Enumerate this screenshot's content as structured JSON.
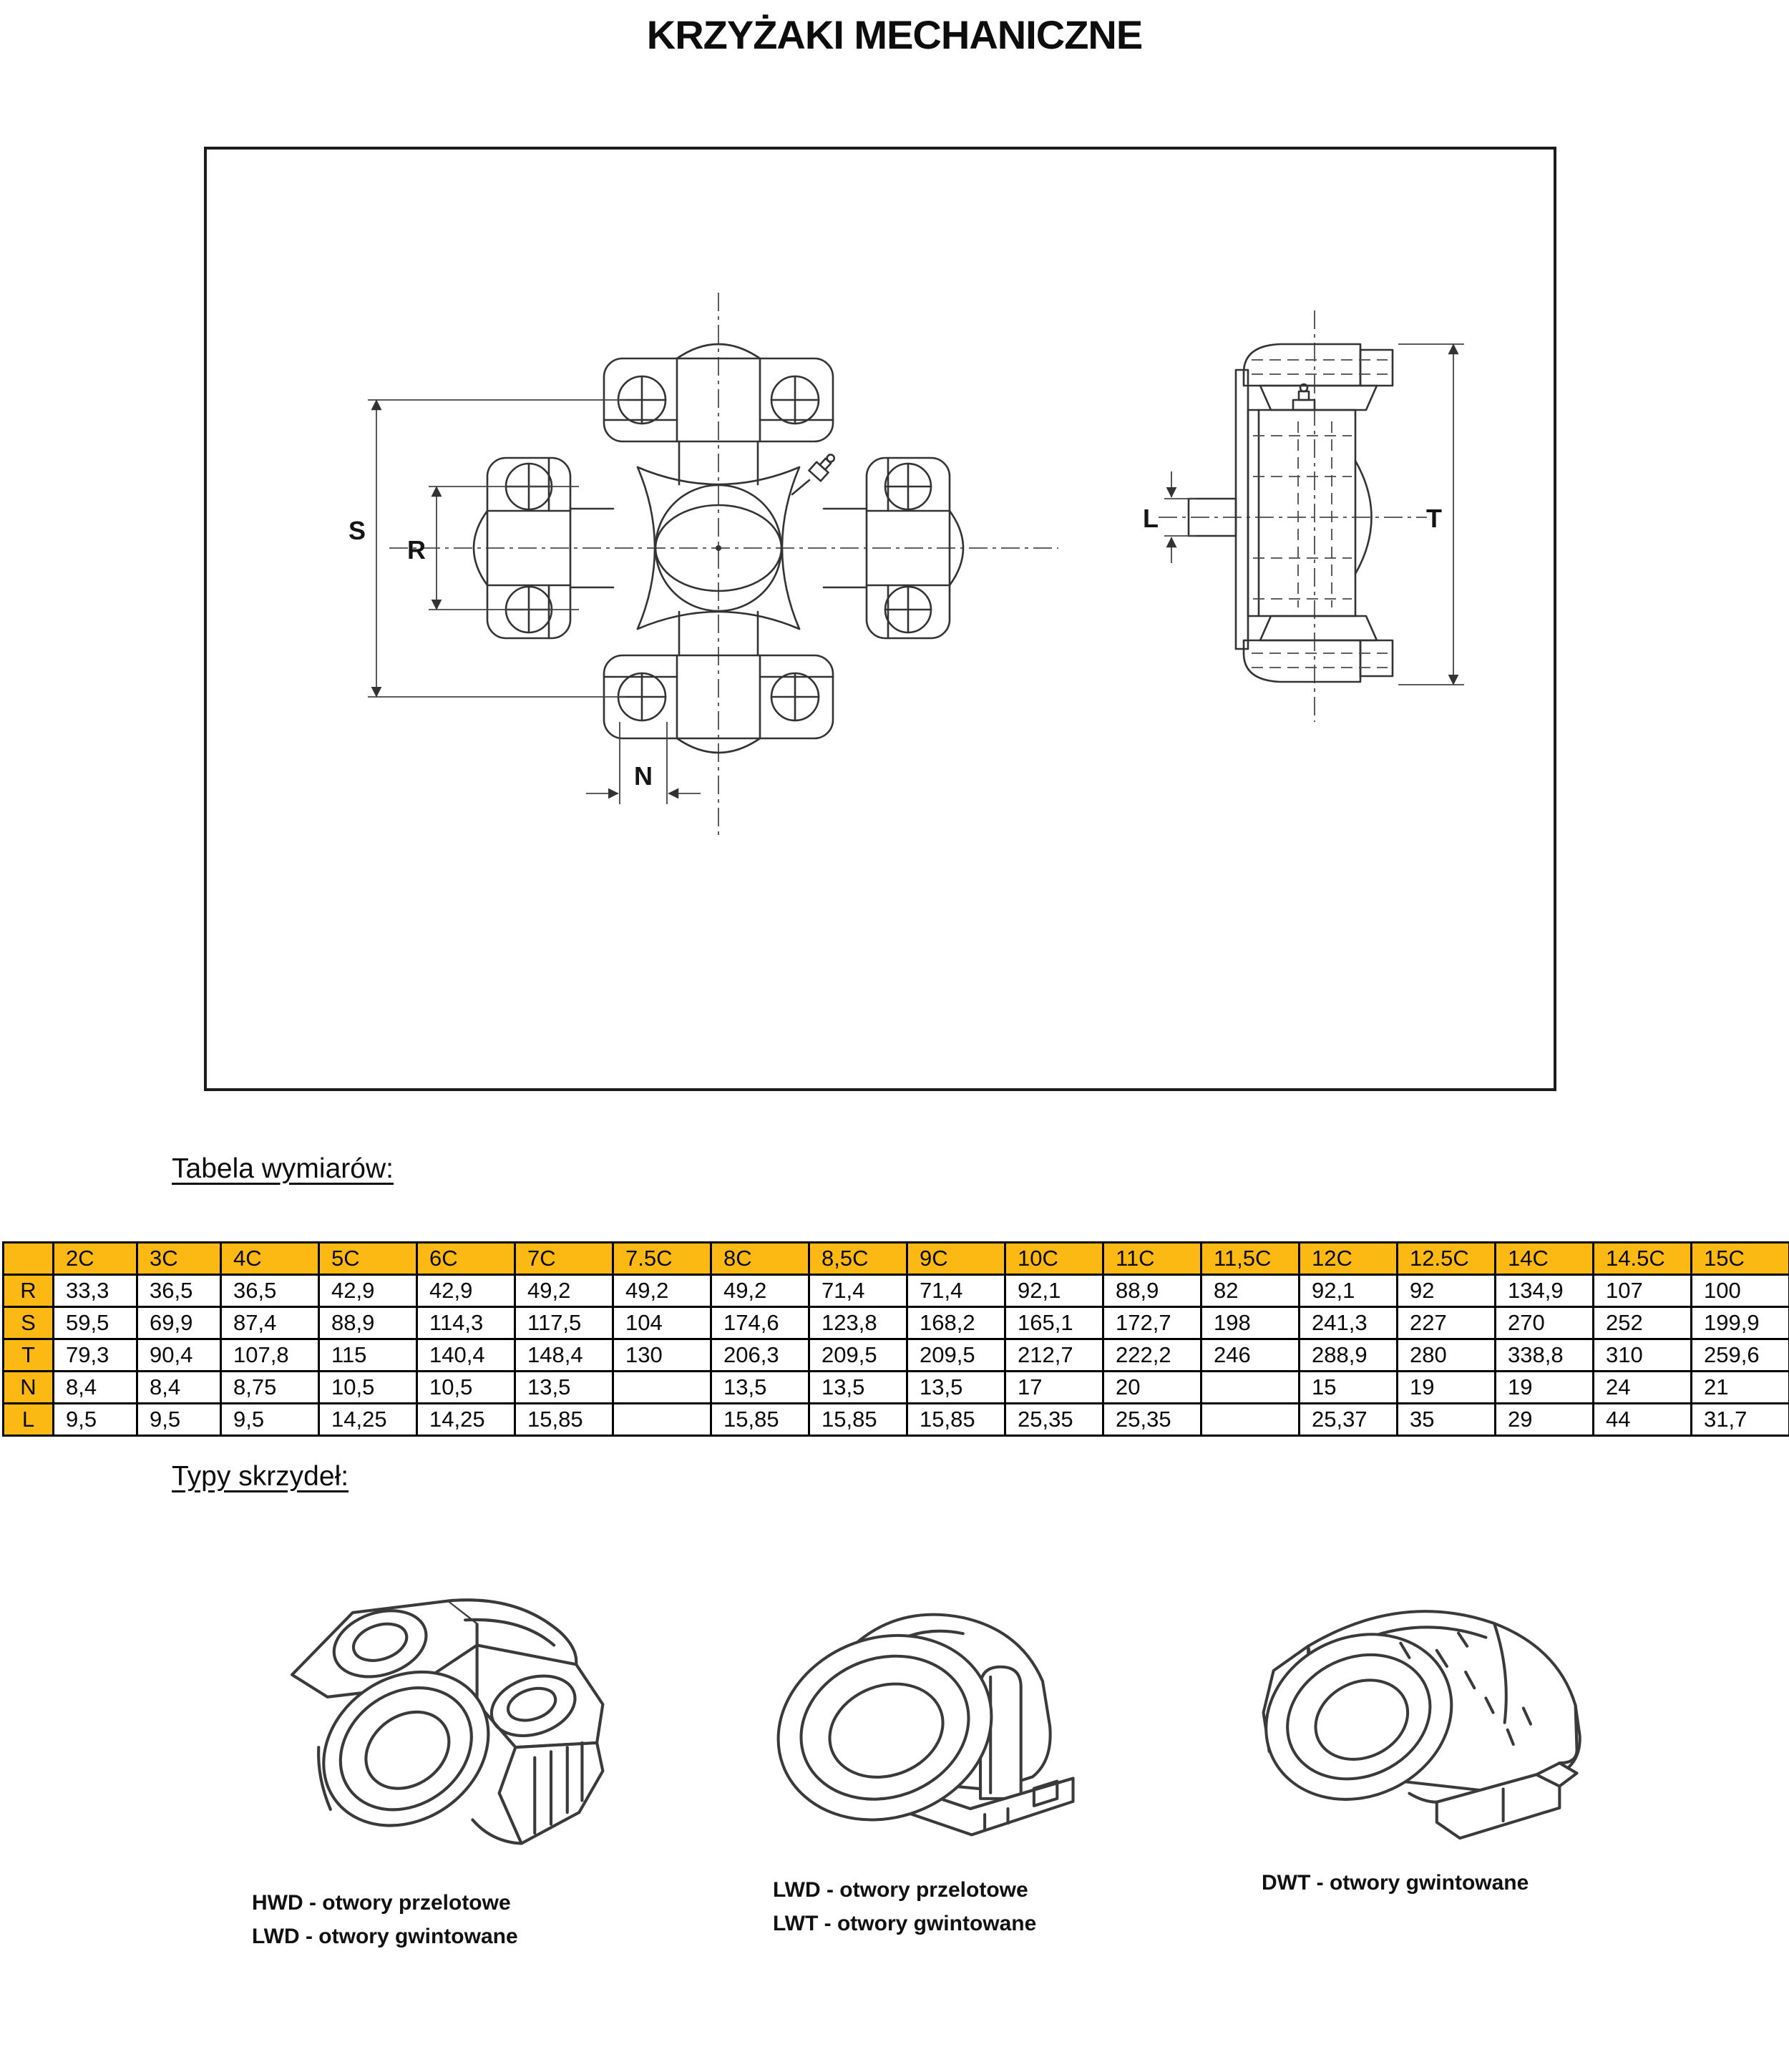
{
  "page_title": "KRZYŻAKI MECHANICZNE",
  "colors": {
    "table_header": "#FCB813",
    "line_art": "#333333",
    "text": "#000000"
  },
  "diagram": {
    "dimension_labels": {
      "s": "S",
      "r": "R",
      "n": "N",
      "l": "L",
      "t": "T"
    }
  },
  "dimensions_section": {
    "heading": "Tabela wymiarów:"
  },
  "table": {
    "columns": [
      "",
      "2C",
      "3C",
      "4C",
      "5C",
      "6C",
      "7C",
      "7.5C",
      "8C",
      "8,5C",
      "9C",
      "10C",
      "11C",
      "11,5C",
      "12C",
      "12.5C",
      "14C",
      "14.5C",
      "15C"
    ],
    "rows": [
      {
        "label": "R",
        "values": [
          "33,3",
          "36,5",
          "36,5",
          "42,9",
          "42,9",
          "49,2",
          "49,2",
          "49,2",
          "71,4",
          "71,4",
          "92,1",
          "88,9",
          "82",
          "92,1",
          "92",
          "134,9",
          "107",
          "100"
        ]
      },
      {
        "label": "S",
        "values": [
          "59,5",
          "69,9",
          "87,4",
          "88,9",
          "114,3",
          "117,5",
          "104",
          "174,6",
          "123,8",
          "168,2",
          "165,1",
          "172,7",
          "198",
          "241,3",
          "227",
          "270",
          "252",
          "199,9"
        ]
      },
      {
        "label": "T",
        "values": [
          "79,3",
          "90,4",
          "107,8",
          "115",
          "140,4",
          "148,4",
          "130",
          "206,3",
          "209,5",
          "209,5",
          "212,7",
          "222,2",
          "246",
          "288,9",
          "280",
          "338,8",
          "310",
          "259,6"
        ]
      },
      {
        "label": "N",
        "values": [
          "8,4",
          "8,4",
          "8,75",
          "10,5",
          "10,5",
          "13,5",
          "",
          "13,5",
          "13,5",
          "13,5",
          "17",
          "20",
          "",
          "15",
          "19",
          "19",
          "24",
          "21"
        ]
      },
      {
        "label": "L",
        "values": [
          "9,5",
          "9,5",
          "9,5",
          "14,25",
          "14,25",
          "15,85",
          "",
          "15,85",
          "15,85",
          "15,85",
          "25,35",
          "25,35",
          "",
          "25,37",
          "35",
          "29",
          "44",
          "31,7"
        ]
      }
    ]
  },
  "types_section": {
    "heading": "Typy skrzydeł:",
    "captions": [
      {
        "lines": [
          "HWD - otwory przelotowe",
          "LWD - otwory gwintowane"
        ]
      },
      {
        "lines": [
          "LWD - otwory przelotowe",
          "LWT - otwory gwintowane"
        ]
      },
      {
        "lines": [
          "DWT - otwory gwintowane"
        ]
      }
    ]
  }
}
